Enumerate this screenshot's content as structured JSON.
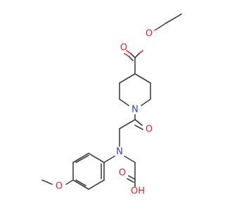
{
  "colors": {
    "background": "#ffffff",
    "carbon_bond": "#404040",
    "oxygen": "#e8242a",
    "nitrogen": "#3a3ad8"
  },
  "atoms": {
    "ester_carbonyl_o": "O",
    "ester_ether_o": "O",
    "piperidine_n": "N",
    "amide_o": "O",
    "amine_n": "N",
    "methoxy_o": "O",
    "acid_carbonyl_o": "O",
    "acid_hydroxyl": "OH"
  }
}
